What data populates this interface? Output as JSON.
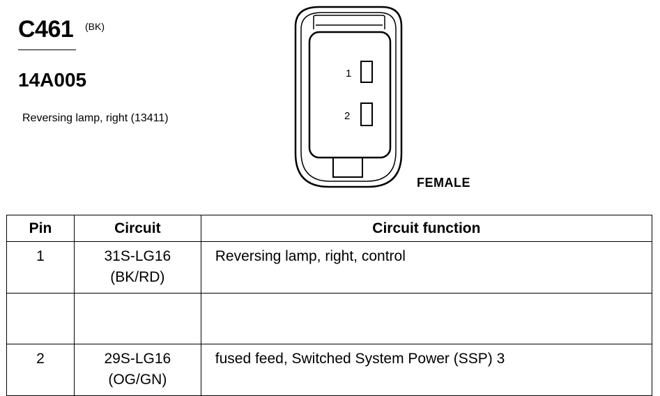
{
  "connector": {
    "id": "C461",
    "color_code": "(BK)",
    "part_number": "14A005",
    "description": "Reversing lamp, right (13411)",
    "gender": "FEMALE",
    "pin_labels": [
      "1",
      "2"
    ]
  },
  "table": {
    "headers": {
      "pin": "Pin",
      "circuit": "Circuit",
      "function": "Circuit function"
    },
    "rows": [
      {
        "pin": "1",
        "circuit": "31S-LG16",
        "wire_color": "(BK/RD)",
        "function": "Reversing lamp, right, control"
      },
      {
        "pin": "2",
        "circuit": "29S-LG16",
        "wire_color": "(OG/GN)",
        "function": "fused feed, Switched System Power (SSP) 3"
      }
    ]
  }
}
